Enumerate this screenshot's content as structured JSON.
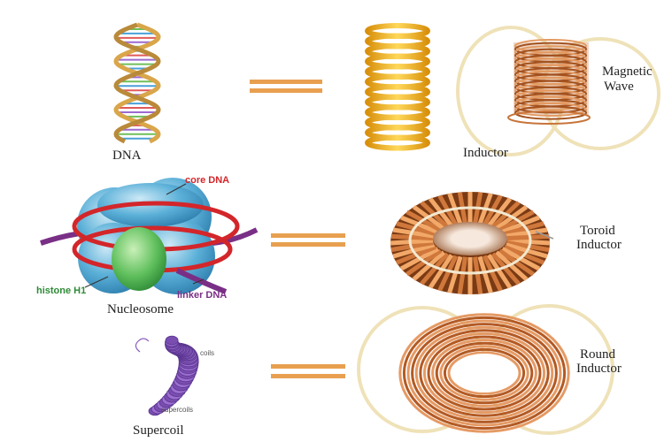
{
  "rows": [
    {
      "left_label": "DNA",
      "right_label": "Inductor",
      "annotation": [
        "Magnetic",
        "Wave"
      ]
    },
    {
      "left_label": "Nucleosome",
      "left_annotations": {
        "core_dna": "core DNA",
        "histone_h1": "histone H1",
        "linker_dna": "linker DNA"
      },
      "right_label": [
        "Toroid",
        "Inductor"
      ]
    },
    {
      "left_label": "Supercoil",
      "left_annotations": {
        "coils": "coils",
        "supercoils": "supercoils"
      },
      "right_label": [
        "Round",
        "Inductor"
      ]
    }
  ],
  "colors": {
    "equals_sign": "#e8a050",
    "copper": "#c8743a",
    "ellipse": "#efe2b8",
    "spring": "#f2b21a",
    "nucleosome_core": "#5bb0d8",
    "histone_h1": "#6cc46a",
    "dna_red": "#d3262a",
    "linker_purple": "#7a2f86",
    "supercoil": "#8a5bbd"
  },
  "icons": [
    "dna-helix-icon",
    "spring-icon",
    "coil-inductor-icon",
    "nucleosome-icon",
    "toroid-inductor-icon",
    "supercoil-icon",
    "round-inductor-icon"
  ]
}
